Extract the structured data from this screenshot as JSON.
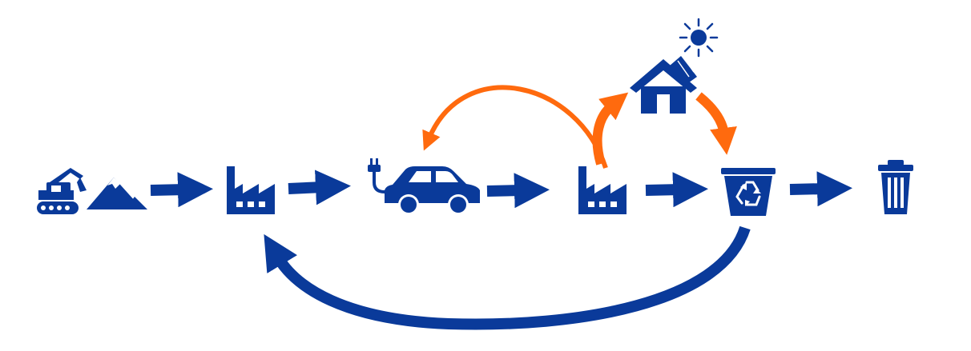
{
  "colors": {
    "primary": "#0a3a9a",
    "accent": "#ff6a0e",
    "background": "#ffffff"
  },
  "diagram": {
    "nodes": [
      {
        "id": "raw-materials",
        "icon": "excavator-mountains-icon"
      },
      {
        "id": "battery-production",
        "icon": "factory-icon"
      },
      {
        "id": "electric-vehicle",
        "icon": "electric-car-icon"
      },
      {
        "id": "second-life",
        "icon": "factory-icon"
      },
      {
        "id": "home-storage",
        "icon": "house-solar-icon"
      },
      {
        "id": "recycling",
        "icon": "recycling-bin-icon"
      },
      {
        "id": "disposal",
        "icon": "trash-can-icon"
      }
    ],
    "flows": [
      {
        "from": "raw-materials",
        "to": "battery-production",
        "color": "primary"
      },
      {
        "from": "battery-production",
        "to": "electric-vehicle",
        "color": "primary"
      },
      {
        "from": "electric-vehicle",
        "to": "second-life",
        "color": "primary"
      },
      {
        "from": "second-life",
        "to": "recycling",
        "color": "primary"
      },
      {
        "from": "recycling",
        "to": "disposal",
        "color": "primary"
      },
      {
        "from": "second-life",
        "to": "electric-vehicle",
        "color": "accent"
      },
      {
        "from": "second-life",
        "to": "home-storage",
        "color": "accent"
      },
      {
        "from": "home-storage",
        "to": "recycling",
        "color": "accent"
      },
      {
        "from": "recycling",
        "to": "battery-production",
        "color": "primary"
      }
    ]
  }
}
